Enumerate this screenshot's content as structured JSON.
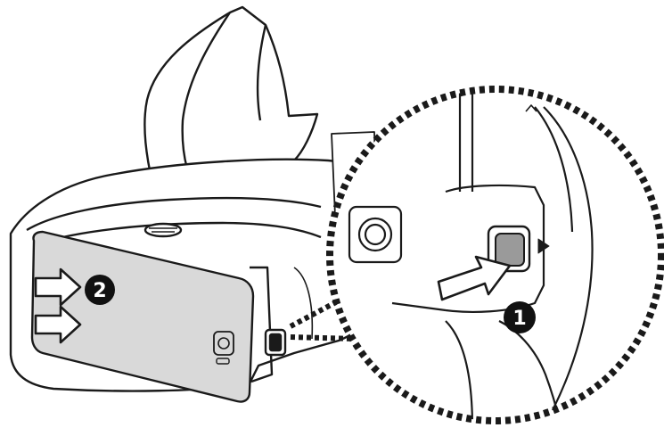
{
  "steps": [
    {
      "number": "1"
    },
    {
      "number": "2"
    }
  ],
  "colors": {
    "line": "#1a1a1a",
    "phone_fill": "#d9d9d9",
    "headset_fill": "#ffffff",
    "button_fill": "#9a9a9a",
    "badge_fill": "#111111"
  },
  "icons": [
    "headset",
    "phone",
    "arrow-right-icon",
    "arrow-press-icon",
    "magnifier-callout"
  ]
}
